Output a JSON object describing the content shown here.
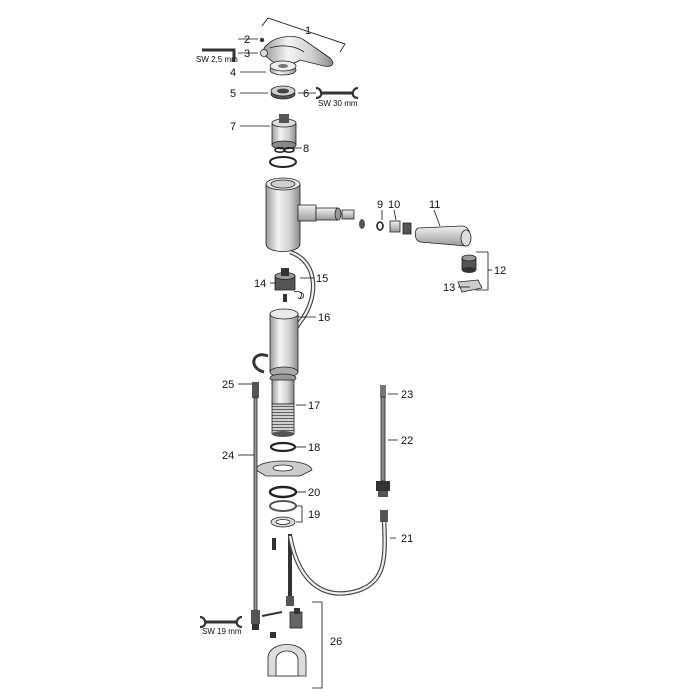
{
  "callouts": {
    "c1": "1",
    "c2": "2",
    "c3": "3",
    "c4": "4",
    "c5": "5",
    "c6": "6",
    "c7": "7",
    "c8": "8",
    "c9": "9",
    "c10": "10",
    "c11": "11",
    "c12": "12",
    "c13": "13",
    "c14": "14",
    "c15": "15",
    "c16": "16",
    "c17": "17",
    "c18": "18",
    "c19": "19",
    "c20": "20",
    "c21": "21",
    "c22": "22",
    "c23": "23",
    "c24": "24",
    "c25": "25",
    "c26": "26"
  },
  "tools": {
    "hex_key": "SW 2,5 mm",
    "wrench_30": "SW 30 mm",
    "wrench_19": "SW 19 mm"
  },
  "colors": {
    "line": "#111111",
    "metal_light": "#e6e6e6",
    "metal_mid": "#b5b5b5",
    "metal_dark": "#4a4a4a"
  }
}
